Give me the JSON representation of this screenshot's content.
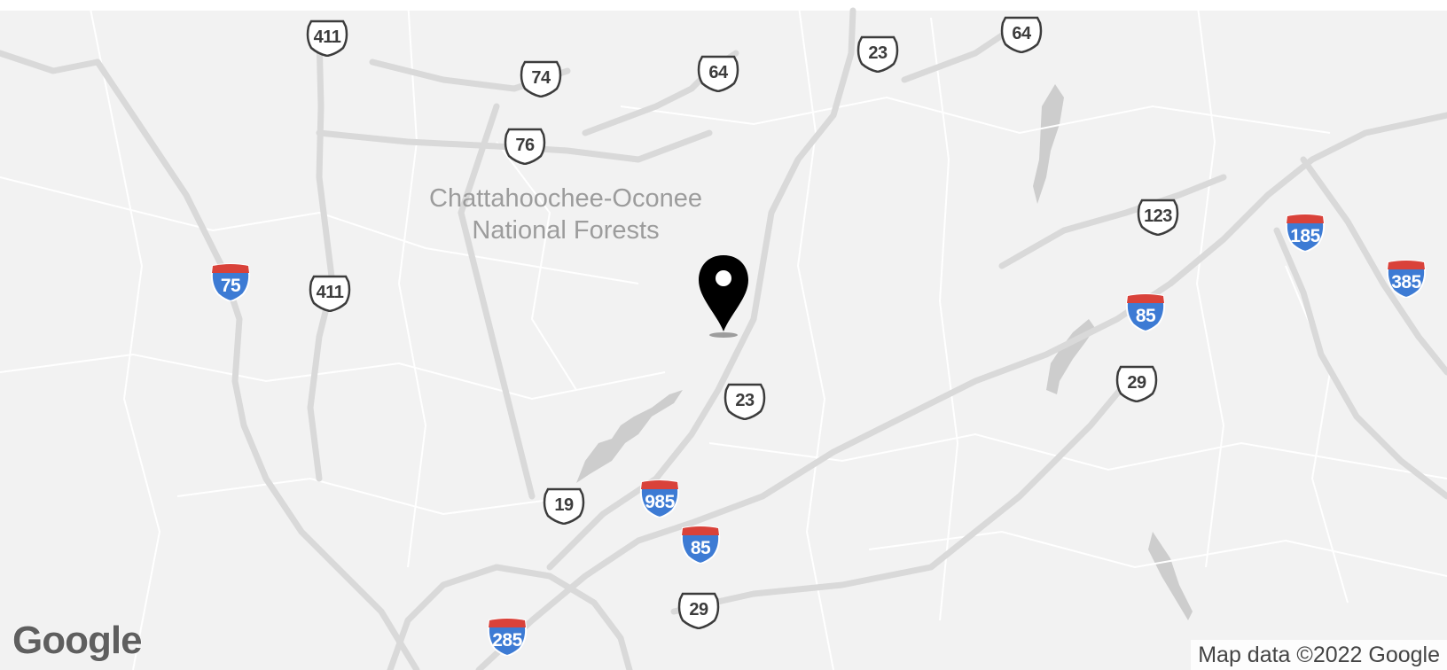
{
  "map": {
    "region_label": [
      "Chattahoochee-Oconee",
      "National Forests"
    ],
    "route_shields": {
      "us_411_north": "411",
      "us_64_east": "64",
      "us_74": "74",
      "us_64_west": "64",
      "us_23_north": "23",
      "us_76": "76",
      "us_123": "123",
      "i_185": "185",
      "i_75": "75",
      "us_411_south": "411",
      "i_385": "385",
      "i_85_north": "85",
      "us_29_north": "29",
      "us_23_south": "23",
      "us_19": "19",
      "i_985": "985",
      "i_85_south": "85",
      "us_29_south": "29",
      "i_285": "285"
    },
    "marker_icon": "location-pin-icon",
    "logo_text": "Google",
    "attribution": "Map data ©2022 Google",
    "colors": {
      "land": "#f2f2f2",
      "roads": "#d9d9d9",
      "water": "#cdcdcd",
      "pin": "#000000",
      "interstate_blue": "#3d7bd4",
      "interstate_red": "#d9423a"
    }
  }
}
